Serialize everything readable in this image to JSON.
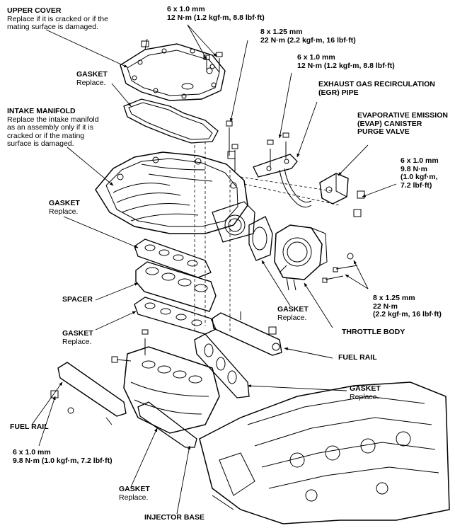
{
  "labels": {
    "upper_cover": {
      "title": "UPPER COVER",
      "note": [
        "Replace if it is cracked or if the",
        "mating surface is damaged."
      ]
    },
    "torque_top": {
      "size": "6 x 1.0 mm",
      "torque": "12 N·m (1.2 kgf·m, 8.8 lbf·ft)"
    },
    "torque_825": {
      "size": "8 x 1.25 mm",
      "torque": "22 N·m (2.2 kgf·m, 16 lbf·ft)"
    },
    "torque_egr": {
      "size": "6 x 1.0 mm",
      "torque": "12 N·m (1.2 kgf·m, 8.8 lbf·ft)"
    },
    "egr_pipe": {
      "title": [
        "EXHAUST GAS RECIRCULATION",
        "(EGR) PIPE"
      ]
    },
    "gasket_top": {
      "title": "GASKET",
      "note": "Replace."
    },
    "intake_manifold": {
      "title": "INTAKE MANIFOLD",
      "note": [
        "Replace the intake manifold",
        "as an assembly only if it is",
        "cracked or if the mating",
        "surface is damaged."
      ]
    },
    "evap_valve": {
      "title": [
        "EVAPORATIVE EMISSION",
        "(EVAP) CANISTER",
        "PURGE VALVE"
      ]
    },
    "torque_evap": {
      "lines": [
        "6 x 1.0 mm",
        "9.8 N·m",
        "(1.0 kgf·m,",
        "7.2 lbf·ft)"
      ]
    },
    "gasket_left1": {
      "title": "GASKET",
      "note": "Replace."
    },
    "spacer": {
      "title": "SPACER"
    },
    "torque_throttle": {
      "lines": [
        "8 x 1.25 mm",
        "22 N·m",
        "(2.2 kgf·m, 16 lbf·ft)"
      ]
    },
    "gasket_throttle": {
      "title": "GASKET",
      "note": "Replace."
    },
    "gasket_left2": {
      "title": "GASKET",
      "note": "Replace."
    },
    "throttle_body": {
      "title": "THROTTLE BODY"
    },
    "fuel_rail_right": {
      "title": "FUEL RAIL"
    },
    "gasket_right": {
      "title": "GASKET",
      "note": "Replace."
    },
    "fuel_rail_left": {
      "title": "FUEL RAIL"
    },
    "torque_bottom": {
      "size": "6 x 1.0 mm",
      "torque": "9.8 N·m (1.0 kgf·m, 7.2 lbf·ft)"
    },
    "gasket_bottom": {
      "title": "GASKET",
      "note": "Replace."
    },
    "injector_base": {
      "title": "INJECTOR BASE"
    }
  }
}
